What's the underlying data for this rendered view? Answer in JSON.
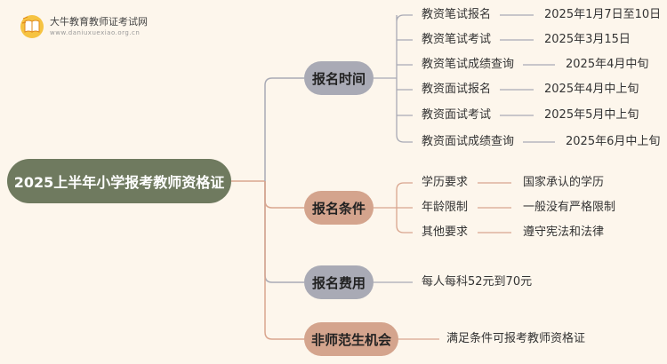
{
  "logo": {
    "name": "大牛教育教师证考试网",
    "url": "www.daniuxuexiao.org.cn",
    "icon": "book-icon"
  },
  "root": {
    "label": "2025上半年小学报考教师资格证"
  },
  "branches": [
    {
      "label": "报名时间",
      "items": [
        {
          "name": "教资笔试报名",
          "value": "2025年1月7日至10日"
        },
        {
          "name": "教资笔试考试",
          "value": "2025年3月15日"
        },
        {
          "name": "教资笔试成绩查询",
          "value": "2025年4月中旬"
        },
        {
          "name": "教资面试报名",
          "value": "2025年4月中上旬"
        },
        {
          "name": "教资面试考试",
          "value": "2025年5月中上旬"
        },
        {
          "name": "教资面试成绩查询",
          "value": "2025年6月中上旬"
        }
      ]
    },
    {
      "label": "报名条件",
      "items": [
        {
          "name": "学历要求",
          "value": "国家承认的学历"
        },
        {
          "name": "年龄限制",
          "value": "一般没有严格限制"
        },
        {
          "name": "其他要求",
          "value": "遵守宪法和法律"
        }
      ]
    },
    {
      "label": "报名费用",
      "items": [
        {
          "name": "每人每科52元到70元"
        }
      ]
    },
    {
      "label": "非师范生机会",
      "items": [
        {
          "name": "满足条件可报考教师资格证"
        }
      ]
    }
  ],
  "colors": {
    "background": "#fdf6ec",
    "root": "#6f7a5f",
    "branch_gray": "#a9aab5",
    "branch_tan": "#d4a48d",
    "line_gray": "#a9aab5",
    "line_tan": "#d9a58e"
  }
}
